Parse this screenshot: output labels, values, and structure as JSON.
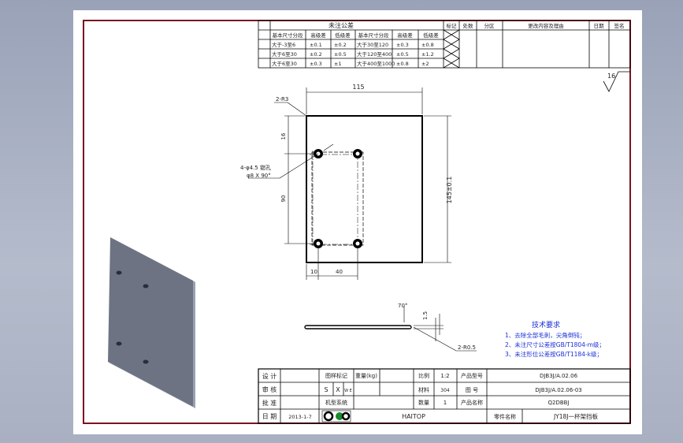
{
  "revision_table": {
    "title": "未注公差",
    "col_headers": [
      "基本尺寸分段",
      "高级差",
      "低级差",
      "基本尺寸分段",
      "高级差",
      "低级差"
    ],
    "rows": [
      [
        "大于-3至6",
        "±0.1",
        "±0.2",
        "大于30至120",
        "±0.3",
        "±0.8"
      ],
      [
        "大于6至30",
        "±0.2",
        "±0.5",
        "大于120至400",
        "±0.5",
        "±1.2"
      ],
      [
        "大于6至30",
        "±0.3",
        "±1",
        "大于400至1000",
        "±0.8",
        "±2"
      ]
    ],
    "history_headers": [
      "标记",
      "处数",
      "分区",
      "更改内容及理由",
      "日期",
      "签名"
    ]
  },
  "surface_roughness": "16",
  "dimensions": {
    "width": "115",
    "height": "145±0.1",
    "hole_pitch_v": "90",
    "hole_offset_top": "16",
    "hole_offset_left": "10",
    "hole_pitch_h": "40",
    "corner_radius": "2-R3",
    "hole_callout_1": "4-φ4.5 锪孔",
    "hole_callout_2": "φ8 X 90°",
    "thickness": "1.5",
    "angle": "70°",
    "bend_radius": "2-R0.5"
  },
  "tech_requirements": {
    "title": "技术要求",
    "items": [
      "1、去除全部毛刺，尖角倒钝；",
      "2、未注尺寸公差按GB/T1804-m级；",
      "3、未注形位公差按GB/T1184-k级；"
    ]
  },
  "title_block": {
    "design_label": "设 计",
    "review_label": "审 核",
    "approve_label": "批 准",
    "date_label": "日 期",
    "date_value": "2013-1-7",
    "drawing_status_label": "图样标记",
    "weight_label": "重量(kg)",
    "mark_s": "S",
    "mark_x": "X",
    "mark_small": "W\nE",
    "product_series_label": "机型系统",
    "ratio_label": "比例",
    "ratio_value": "1:2",
    "material_label": "材料",
    "material_value": "304",
    "quantity_label": "数量",
    "quantity_value": "1",
    "product_code_label": "产品型号",
    "product_code_value": "DJB3J/A.02.06",
    "drawing_no_label": "图 号",
    "drawing_no_value": "DJB3J/A.02.06-03",
    "product_name_label": "产品名称",
    "product_name_value": "Q2DBBJ",
    "company": "HAITOP",
    "part_name_label": "零件名称",
    "part_name_value": "JY18J一杯架挡板"
  },
  "colors": {
    "border": "#7a1420",
    "line": "#000000",
    "plate": "#6e7383",
    "plate_side": "#9aa0b0",
    "blue_text": "#1a2fd6"
  }
}
